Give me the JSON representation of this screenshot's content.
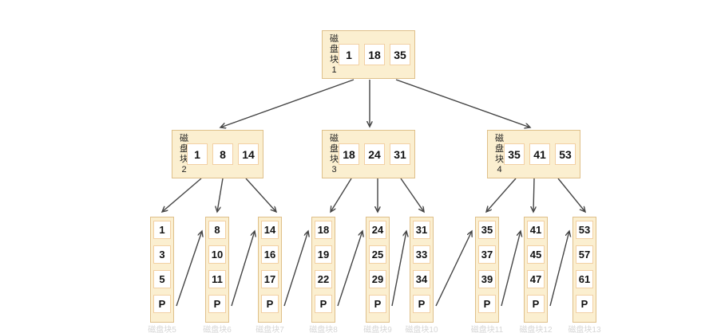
{
  "colors": {
    "block_fill": "#fbefd0",
    "block_border": "#dfc08a",
    "cell_fill": "#ffffff",
    "cell_border": "#f2d0a4",
    "arrow": "#454545",
    "text": "#1f1f1f",
    "caption": "#d6d6d6"
  },
  "blocks": {
    "root": {
      "label": "磁盘块",
      "number": "1",
      "keys": [
        "1",
        "18",
        "35"
      ]
    },
    "b2": {
      "label": "磁盘块",
      "number": "2",
      "keys": [
        "1",
        "8",
        "14"
      ]
    },
    "b3": {
      "label": "磁盘块",
      "number": "3",
      "keys": [
        "18",
        "24",
        "31"
      ]
    },
    "b4": {
      "label": "磁盘块",
      "number": "4",
      "keys": [
        "35",
        "41",
        "53"
      ]
    }
  },
  "leaves": [
    {
      "cells": [
        "1",
        "3",
        "5",
        "P"
      ],
      "caption": "磁盘块5"
    },
    {
      "cells": [
        "8",
        "10",
        "11",
        "P"
      ],
      "caption": "磁盘块6"
    },
    {
      "cells": [
        "14",
        "16",
        "17",
        "P"
      ],
      "caption": "磁盘块7"
    },
    {
      "cells": [
        "18",
        "19",
        "22",
        "P"
      ],
      "caption": "磁盘块8"
    },
    {
      "cells": [
        "24",
        "25",
        "29",
        "P"
      ],
      "caption": "磁盘块9"
    },
    {
      "cells": [
        "31",
        "33",
        "34",
        "P"
      ],
      "caption": "磁盘块10"
    },
    {
      "cells": [
        "35",
        "37",
        "39",
        "P"
      ],
      "caption": "磁盘块11"
    },
    {
      "cells": [
        "41",
        "45",
        "47",
        "P"
      ],
      "caption": "磁盘块12"
    },
    {
      "cells": [
        "53",
        "57",
        "61",
        "P"
      ],
      "caption": "磁盘块13"
    }
  ]
}
